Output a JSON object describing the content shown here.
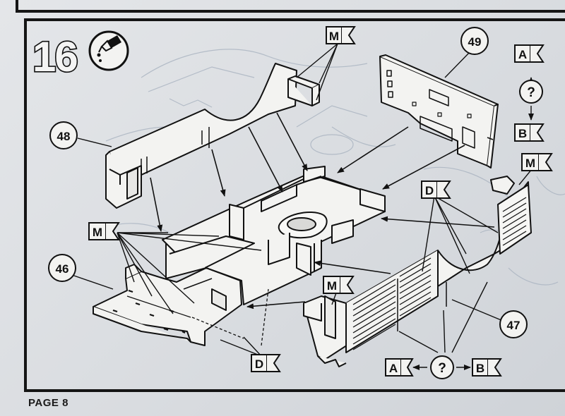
{
  "step": {
    "number": "16",
    "glue_icon": "glue-tube-icon"
  },
  "part_numbers": {
    "p46": "46",
    "p47": "47",
    "p48": "48",
    "p49": "49"
  },
  "flags": {
    "m": "M",
    "d": "D",
    "a": "A",
    "b": "B",
    "question": "?"
  },
  "footer": {
    "page": "PAGE 8"
  },
  "colors": {
    "ink": "#111111",
    "paper": "#dfe2e5",
    "part_fill": "#f3f3f1",
    "ghost_line": "#a9b3c0"
  }
}
